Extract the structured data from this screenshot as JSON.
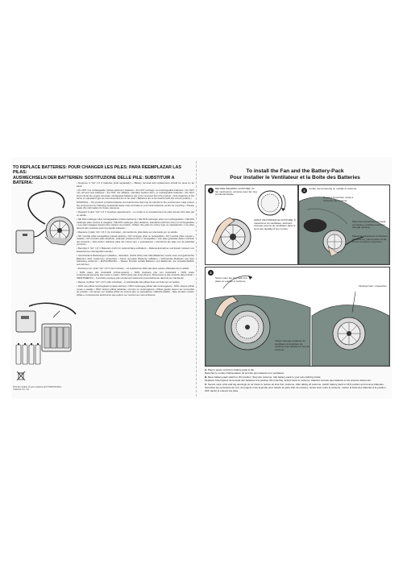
{
  "left_page": {
    "title_lines": [
      "TO REPLACE BATTERIES: POUR CHANGER LES PILES: PARA REEMPLAZAR LAS PILAS:",
      "AUSWECHSELN DER BATTERIEN: SOSTITUZIONE DELLE PILE: SUBSTITUIR A BATERIA:"
    ],
    "paragraphs": [
      "• Requires 4 \"AA\" 1.5 V batteries (sold separately) – Battery removal and replacement should be done by an adult.",
      "• Do NOT mix rechargeable (nickel-cadmium) batteries • Do NOT recharge non-rechargeable batteries • Do NOT mix old and new batteries • Do NOT mix alkaline, standard (carbon-zinc), or rechargeable batteries • Do NOT short-circuit the supply terminals • Exhausted batteries are to be removed from the product • Only batteries of the same or equivalent type as recommended are to be used • Batteries are to be inserted with the correct polarity •",
      "DISPOSAL – The product contains batteries and electronics that may be harmful to the environment. Help protect the environment by following household waste rules and take to your local collection centre for recycling. • Please retain this information for future reference.",
      "• Requiert 4 piles \"AA\" 1,5 V (vendues séparément) – Le retrait et le remplacement de piles doivent être faits par un adulte.",
      "• NE PAS mélanger piles rechargeables (nickel-cadmium) • NE PAS recharger piles non rechargeables • NE PAS mélanger piles neuves et usagées • NE PAS mélanger piles alcalines, standards (carbone-zinc) ou rechargeables • Les piles usagées doivent être retirées du produit • Utiliser des piles du même type ou équivalentes • Les piles doivent être insérées selon la polarité indiquée •",
      "• Requiere 4 pilas \"AA\" 1,5 V (no incluidas) – El cambio de pilas debe ser efectuado por un adulto.",
      "• NO mezclar pilas recargables (níquel-cadmio) • NO recargue pilas no recargables • NO mezclar pilas nuevas y usadas • NO mezclar pilas alcalinas, estándar (carbono-zinc) o recargables • Las pilas gastadas deben retirarse del producto • Sólo deben utilizarse pilas del mismo tipo o equivalentes • Introduzca las pilas con la polaridad correcta •",
      "• Benötigt 4 \"AA\" 1,5 V Batterien (nicht im Lieferumfang enthalten) – Batterie-Entnahme und Ersatz müssen von Erwachsenen durchgeführt werden.",
      "• Verschiedene Batterietypen (Alkaline-, Standard- (Kohle-Zink) oder Akku-Batterien) sowie neue und gebrauchte Batterien nicht zusammen verwenden • Keine normalen Batterien aufladen • Verbrauchte Batterien aus dem Spielzeug entfernen • ENTSORGUNG – Dieses Produkt enthält Batterien und Elektronik, die umweltschädlich sein können.",
      "• Funziona con 4 pile \"AA\" 1,5 V (non incluse) – La sostituzione delle pile deve essere effettuata da un adulto.",
      "• NON usare pile ricaricabili (nichel-cadmio) • NON ricaricare pile non ricaricabili • NON usare contemporaneamente pile nuove e usate • NON usare pile di tipi diversi • Rimuovere le pile scariche dal prodotto • SMALTIMENTO – Il prodotto contiene pile ed elementi elettronici potenzialmente dannosi per l'ambiente.",
      "• Requer 4 pilhas \"AA\" 1,5 V (não incluídas) – A substituição das pilhas deve ser feita por um adulto.",
      "• NÃO use pilhas recarregáveis (níquel-cádmio) • NÃO recarregue pilhas não recarregáveis • NÃO misture pilhas novas e usadas • NÃO misture pilhas alcalinas, comuns ou recarregáveis • Pilhas gastas devem ser removidas do produto • Só devem ser usadas pilhas do mesmo tipo ou equivalente • RECICLAGEM – Este produto contém pilhas e componentes eletrônicos que podem ser nocivos ao meio ambiente."
    ],
    "footnote": "Print lot number of your costume and ©2015 Rubie's Costume Co., Inc.",
    "weee_symbol": "crossed-out-bin-icon"
  },
  "right_page": {
    "title_lines": [
      "To install the Fan and the Battery-Pack",
      "Pour installer le Ventilateur et la Boîte des Batteries"
    ],
    "steps": [
      {
        "num": "1",
        "caption_a": "BEFORE WEARING COSTUME: On fan mechanism, unscrew outer fan ring counterclockwise.",
        "caption_b": "AVANT DE PORTER LE COSTUME: À mécanisme du ventilateur, dévissez l'anneau externe du ventilateur dans le sens des aiguilles d'une montre."
      },
      {
        "num": "2",
        "caption_a": "Locate round opening on outside of costume.",
        "caption_b": "Repérez l'ouverture ronde à l'extérieur du costume.",
        "caption_c": "Place fan mechanism on inside of costume, pushing round fan through opening.",
        "caption_d": "Placez le mécanisme à l'intérieur du costume, puis la pièce ronde à venir à travers l'ouverture."
      },
      {
        "num": "3",
        "caption_a": "Screw outer fan ring back into place on outside of costume.",
        "caption_b": "Vissez l'anneau extérieur du ventilateur à l'extérieur du costume pour attacher le tout au costume.",
        "caption_c": "Finished look: 1 board fan"
      }
    ],
    "instructions": [
      {
        "lead": "A.",
        "text": "Plug in power cord from battery-pack to fan.",
        "fr": "Branchez le cordon d'alimentation de la boîte des batteries à le ventilateur."
      },
      {
        "lead": "B.",
        "text": "Move battery-pack switch to ON position. Step into costume. Clip battery-pack to your own clothing inside.",
        "fr": "Déplacer l'interrupteur de la boîte des batteries à la position ON (marche). Entrez dans le costume. Attachez la boîte des batteries à vos propres vêtements."
      },
      {
        "lead": "C.",
        "text": "Secure neck, wrist and leg openings on air dress to reduce air loss from costume. After taking off costume, switch battery pack to OFF position and remove batteries.",
        "fr": "Sécurisez les ouvertures du cou, du poignet et de la jambe pour réduire la perte d'air du costume. Après avoir retiré le costume, mettez la boîte des batteries à la position OFF (arrêt) et enlevez les piles."
      }
    ]
  }
}
